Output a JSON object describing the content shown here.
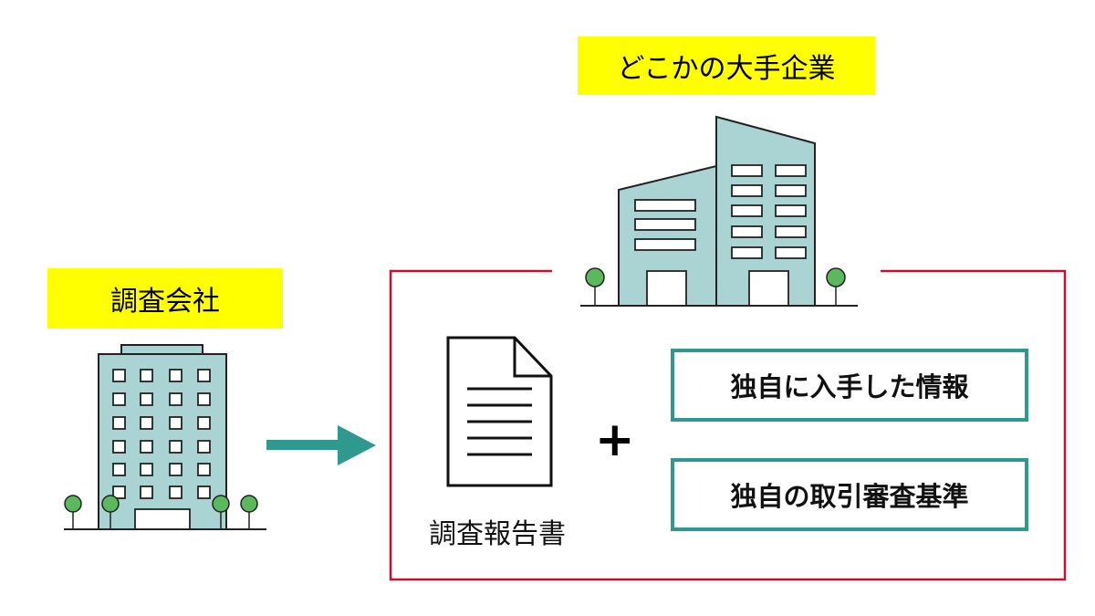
{
  "left_company": {
    "label": "調査会社"
  },
  "right_company": {
    "label": "どこかの大手企業"
  },
  "report": {
    "label": "調査報告書"
  },
  "plus": "+",
  "info_boxes": [
    "独自に入手した情報",
    "独自の取引審査基準"
  ],
  "colors": {
    "highlight": "#ffff00",
    "building_fill": "#aad3d3",
    "teal": "#2f9990",
    "frame_red": "#c8102e",
    "tree": "#5cb85c"
  }
}
